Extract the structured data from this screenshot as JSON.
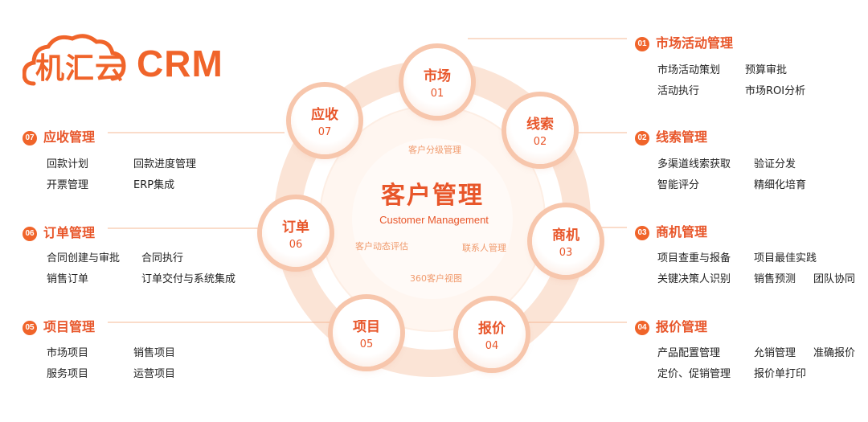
{
  "logo": {
    "brand": "机汇云",
    "product": "CRM"
  },
  "center": {
    "title": "客户管理",
    "subtitle": "Customer Management",
    "inner_labels": [
      "客户分级管理",
      "客户动态评估",
      "联系人管理",
      "360客户视图"
    ]
  },
  "nodes": [
    {
      "name": "市场",
      "no": "01"
    },
    {
      "name": "线索",
      "no": "02"
    },
    {
      "name": "商机",
      "no": "03"
    },
    {
      "name": "报价",
      "no": "04"
    },
    {
      "name": "项目",
      "no": "05"
    },
    {
      "name": "订单",
      "no": "06"
    },
    {
      "name": "应收",
      "no": "07"
    }
  ],
  "blocks": {
    "b01": {
      "no": "01",
      "title": "市场活动管理",
      "items": [
        "市场活动策划",
        "预算审批",
        "活动执行",
        "市场ROI分析"
      ]
    },
    "b02": {
      "no": "02",
      "title": "线索管理",
      "items": [
        "多渠道线索获取",
        "验证分发",
        "智能评分",
        "精细化培育"
      ]
    },
    "b03": {
      "no": "03",
      "title": "商机管理",
      "items": [
        "项目查重与报备",
        "项目最佳实践",
        "关键决策人识别",
        "销售预测",
        "团队协同"
      ]
    },
    "b04": {
      "no": "04",
      "title": "报价管理",
      "items": [
        "产品配置管理",
        "允销管理",
        "准确报价",
        "定价、促销管理",
        "报价单打印"
      ]
    },
    "b05": {
      "no": "05",
      "title": "项目管理",
      "items": [
        "市场项目",
        "销售项目",
        "服务项目",
        "运营项目"
      ]
    },
    "b06": {
      "no": "06",
      "title": "订单管理",
      "items": [
        "合同创建与审批",
        "合同执行",
        "销售订单",
        "订单交付与系统集成"
      ]
    },
    "b07": {
      "no": "07",
      "title": "应收管理",
      "items": [
        "回款计划",
        "回款进度管理",
        "开票管理",
        "ERP集成"
      ]
    }
  },
  "colors": {
    "accent": "#f0642a",
    "ring": "#fbe0d0"
  }
}
